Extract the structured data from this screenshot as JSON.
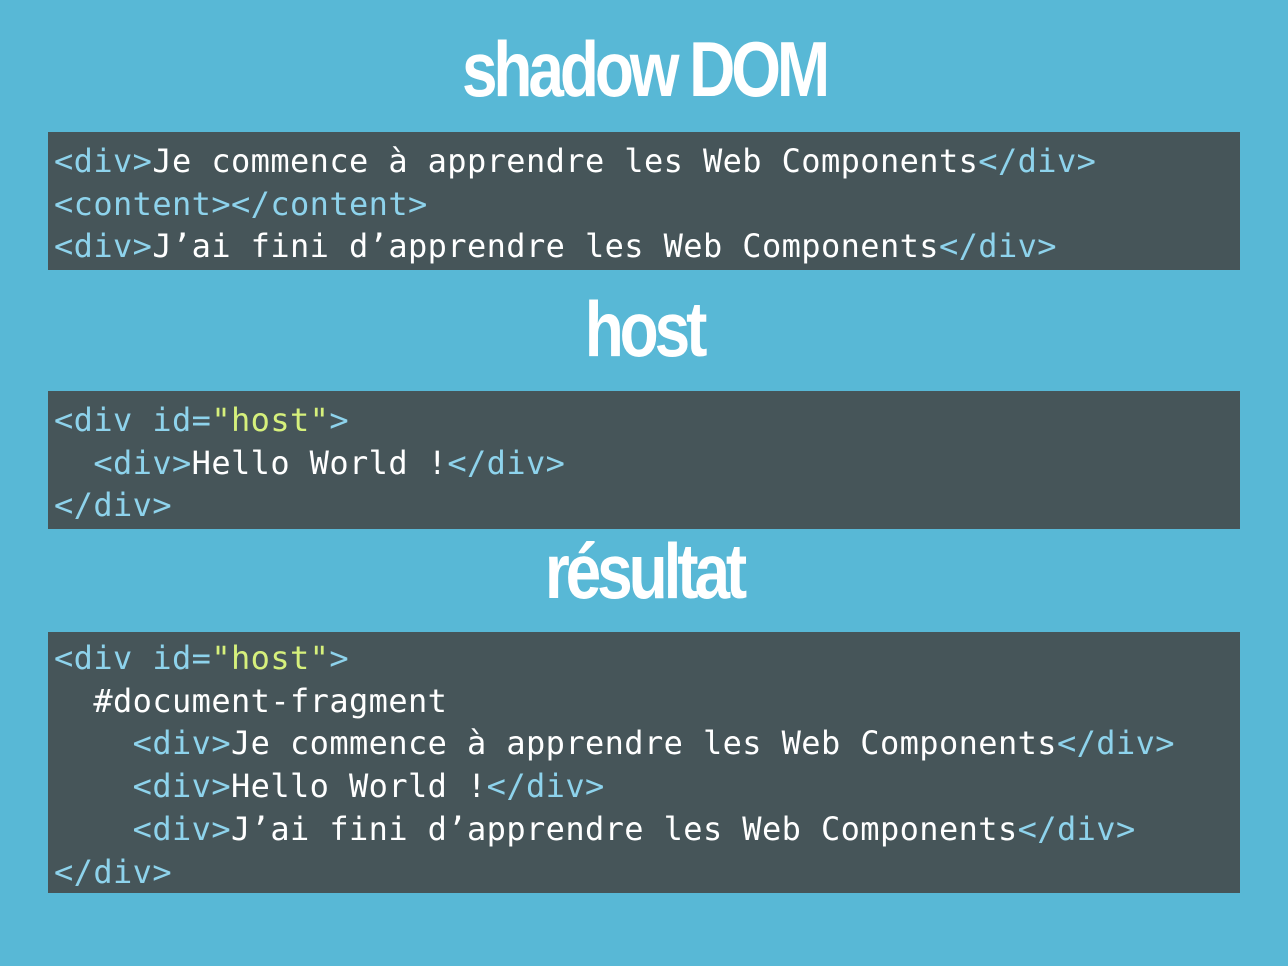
{
  "colors": {
    "background": "#58b8d6",
    "code_background": "#465559",
    "heading_text": "#ffffff",
    "code_tag": "#8ed3ec",
    "code_string": "#d6f07c",
    "code_text": "#ffffff"
  },
  "sections": {
    "shadow": {
      "heading": "shadow DOM",
      "lines": [
        {
          "indent": "",
          "open": "<div>",
          "text": "Je commence à apprendre les Web Components",
          "close": "</div>"
        },
        {
          "indent": "",
          "open": "<content></content>",
          "text": "",
          "close": ""
        },
        {
          "indent": "",
          "open": "<div>",
          "text": "J’ai fini d’apprendre les Web Components",
          "close": "</div>"
        }
      ]
    },
    "host": {
      "heading": "host",
      "lines": [
        {
          "indent": "",
          "open": "<div id=",
          "attr": "\"host\"",
          "after": ">",
          "text": "",
          "close": ""
        },
        {
          "indent": "  ",
          "open": "<div>",
          "text": "Hello World !",
          "close": "</div>"
        },
        {
          "indent": "",
          "open": "</div>",
          "text": "",
          "close": ""
        }
      ]
    },
    "result": {
      "heading": "résultat",
      "lines": [
        {
          "indent": "",
          "open": "<div id=",
          "attr": "\"host\"",
          "after": ">",
          "text": "",
          "close": ""
        },
        {
          "indent": "  ",
          "open": "",
          "text": "#document-fragment",
          "close": ""
        },
        {
          "indent": "    ",
          "open": "<div>",
          "text": "Je commence à apprendre les Web Components",
          "close": "</div>"
        },
        {
          "indent": "    ",
          "open": "<div>",
          "text": "Hello World !",
          "close": "</div>"
        },
        {
          "indent": "    ",
          "open": "<div>",
          "text": "J’ai fini d’apprendre les Web Components",
          "close": "</div>"
        },
        {
          "indent": "",
          "open": "</div>",
          "text": "",
          "close": ""
        }
      ]
    }
  }
}
